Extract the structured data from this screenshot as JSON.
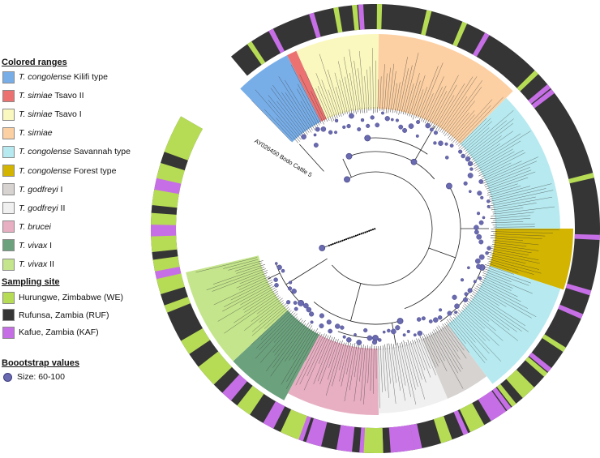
{
  "legend": {
    "colored_ranges": {
      "title": "Colored ranges",
      "items": [
        {
          "species": "T. congolense",
          "suffix": " Kilifi type",
          "color": "#78aee8"
        },
        {
          "species": "T. simiae",
          "suffix": " Tsavo II",
          "color": "#ec7272"
        },
        {
          "species": "T. simiae",
          "suffix": " Tsavo I",
          "color": "#fbf8bf"
        },
        {
          "species": "T. simiae",
          "suffix": "",
          "color": "#fcd0a3"
        },
        {
          "species": "T. congolense",
          "suffix": " Savannah type",
          "color": "#b6eaf0"
        },
        {
          "species": "T. congolense",
          "suffix": " Forest type",
          "color": "#d3b400"
        },
        {
          "species": "T. godfreyi",
          "suffix": " I",
          "color": "#d6d3d1"
        },
        {
          "species": "T. godfreyi",
          "suffix": " II",
          "color": "#f0f0f0"
        },
        {
          "species": "T. brucei",
          "suffix": "",
          "color": "#e8afc3"
        },
        {
          "species": "T. vivax",
          "suffix": " I",
          "color": "#6ba27d"
        },
        {
          "species": "T. vivax",
          "suffix": " II",
          "color": "#c4e58b"
        }
      ]
    },
    "sampling_site": {
      "title": "Sampling site",
      "items": [
        {
          "label": "Hurungwe, Zimbabwe (WE)",
          "color": "#b6dc55"
        },
        {
          "label": "Rufunsa, Zambia (RUF)",
          "color": "#353535"
        },
        {
          "label": "Kafue, Zambia (KAF)",
          "color": "#c66ee6"
        }
      ]
    },
    "bootstrap": {
      "title": "Boootstrap values",
      "label": "Size: 60-100",
      "color": "#6a6ab0"
    }
  },
  "tree": {
    "highlight_label": "AY026450 Bodo Cattle 5"
  }
}
